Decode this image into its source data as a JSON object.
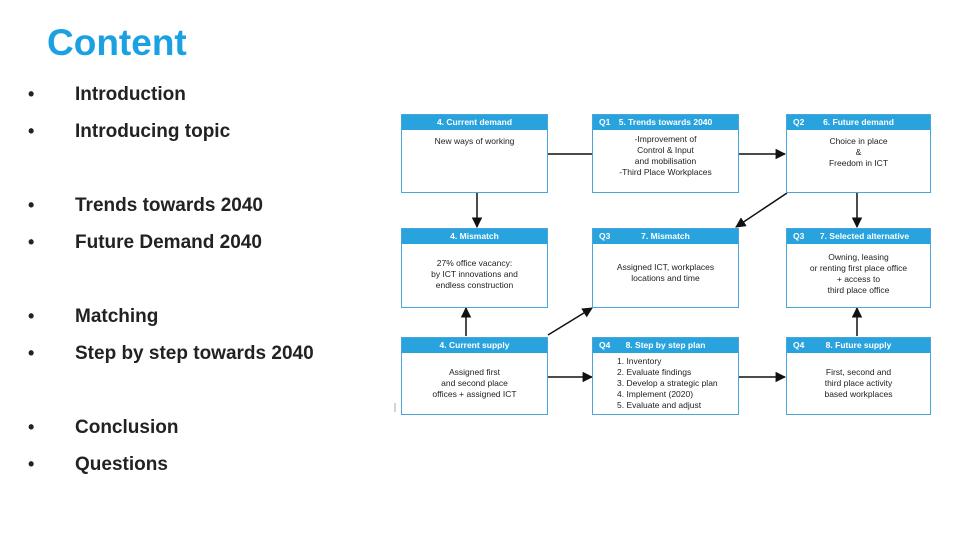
{
  "slide": {
    "title": "Content",
    "bullets": [
      "Introduction",
      "Introducing topic",
      "Trends towards 2040",
      "Future Demand 2040",
      "Matching",
      "Step by step towards 2040",
      "Conclusion",
      "Questions"
    ],
    "bullet_symbol": "•"
  },
  "diagram": {
    "colors": {
      "header": "#29a3dd",
      "border": "#4aa6d8",
      "arrow": "#111111"
    },
    "boxes": {
      "current_demand": {
        "q": "",
        "header": "4. Current demand",
        "body": "New ways of working"
      },
      "trends": {
        "q": "Q1",
        "header": "5. Trends towards 2040",
        "body": "-Improvement of\nControl & Input\nand mobilisation\n-Third Place Workplaces"
      },
      "future_demand": {
        "q": "Q2",
        "header": "6. Future demand",
        "body": "Choice in place\n&\nFreedom in ICT"
      },
      "mismatch4": {
        "q": "",
        "header": "4. Mismatch",
        "body": "27% office vacancy:\nby ICT innovations and\nendless construction"
      },
      "mismatch7": {
        "q": "Q3",
        "header": "7. Mismatch",
        "body": "Assigned ICT, workplaces\nlocations and time"
      },
      "selected_alt": {
        "q": "Q3",
        "header": "7. Selected alternative",
        "body": "Owning, leasing\nor renting first place office\n+ access to\nthird place office"
      },
      "current_supply": {
        "q": "",
        "header": "4. Current supply",
        "body": "Assigned first\nand second place\noffices + assigned ICT"
      },
      "step_plan": {
        "q": "Q4",
        "header": "8. Step by step plan",
        "body": "1. Inventory\n2. Evaluate findings\n3. Develop a strategic plan\n4. Implement (2020)\n5. Evaluate and adjust"
      },
      "future_supply": {
        "q": "Q4",
        "header": "8. Future supply",
        "body": "First, second and\nthird place activity\nbased workplaces"
      }
    }
  }
}
